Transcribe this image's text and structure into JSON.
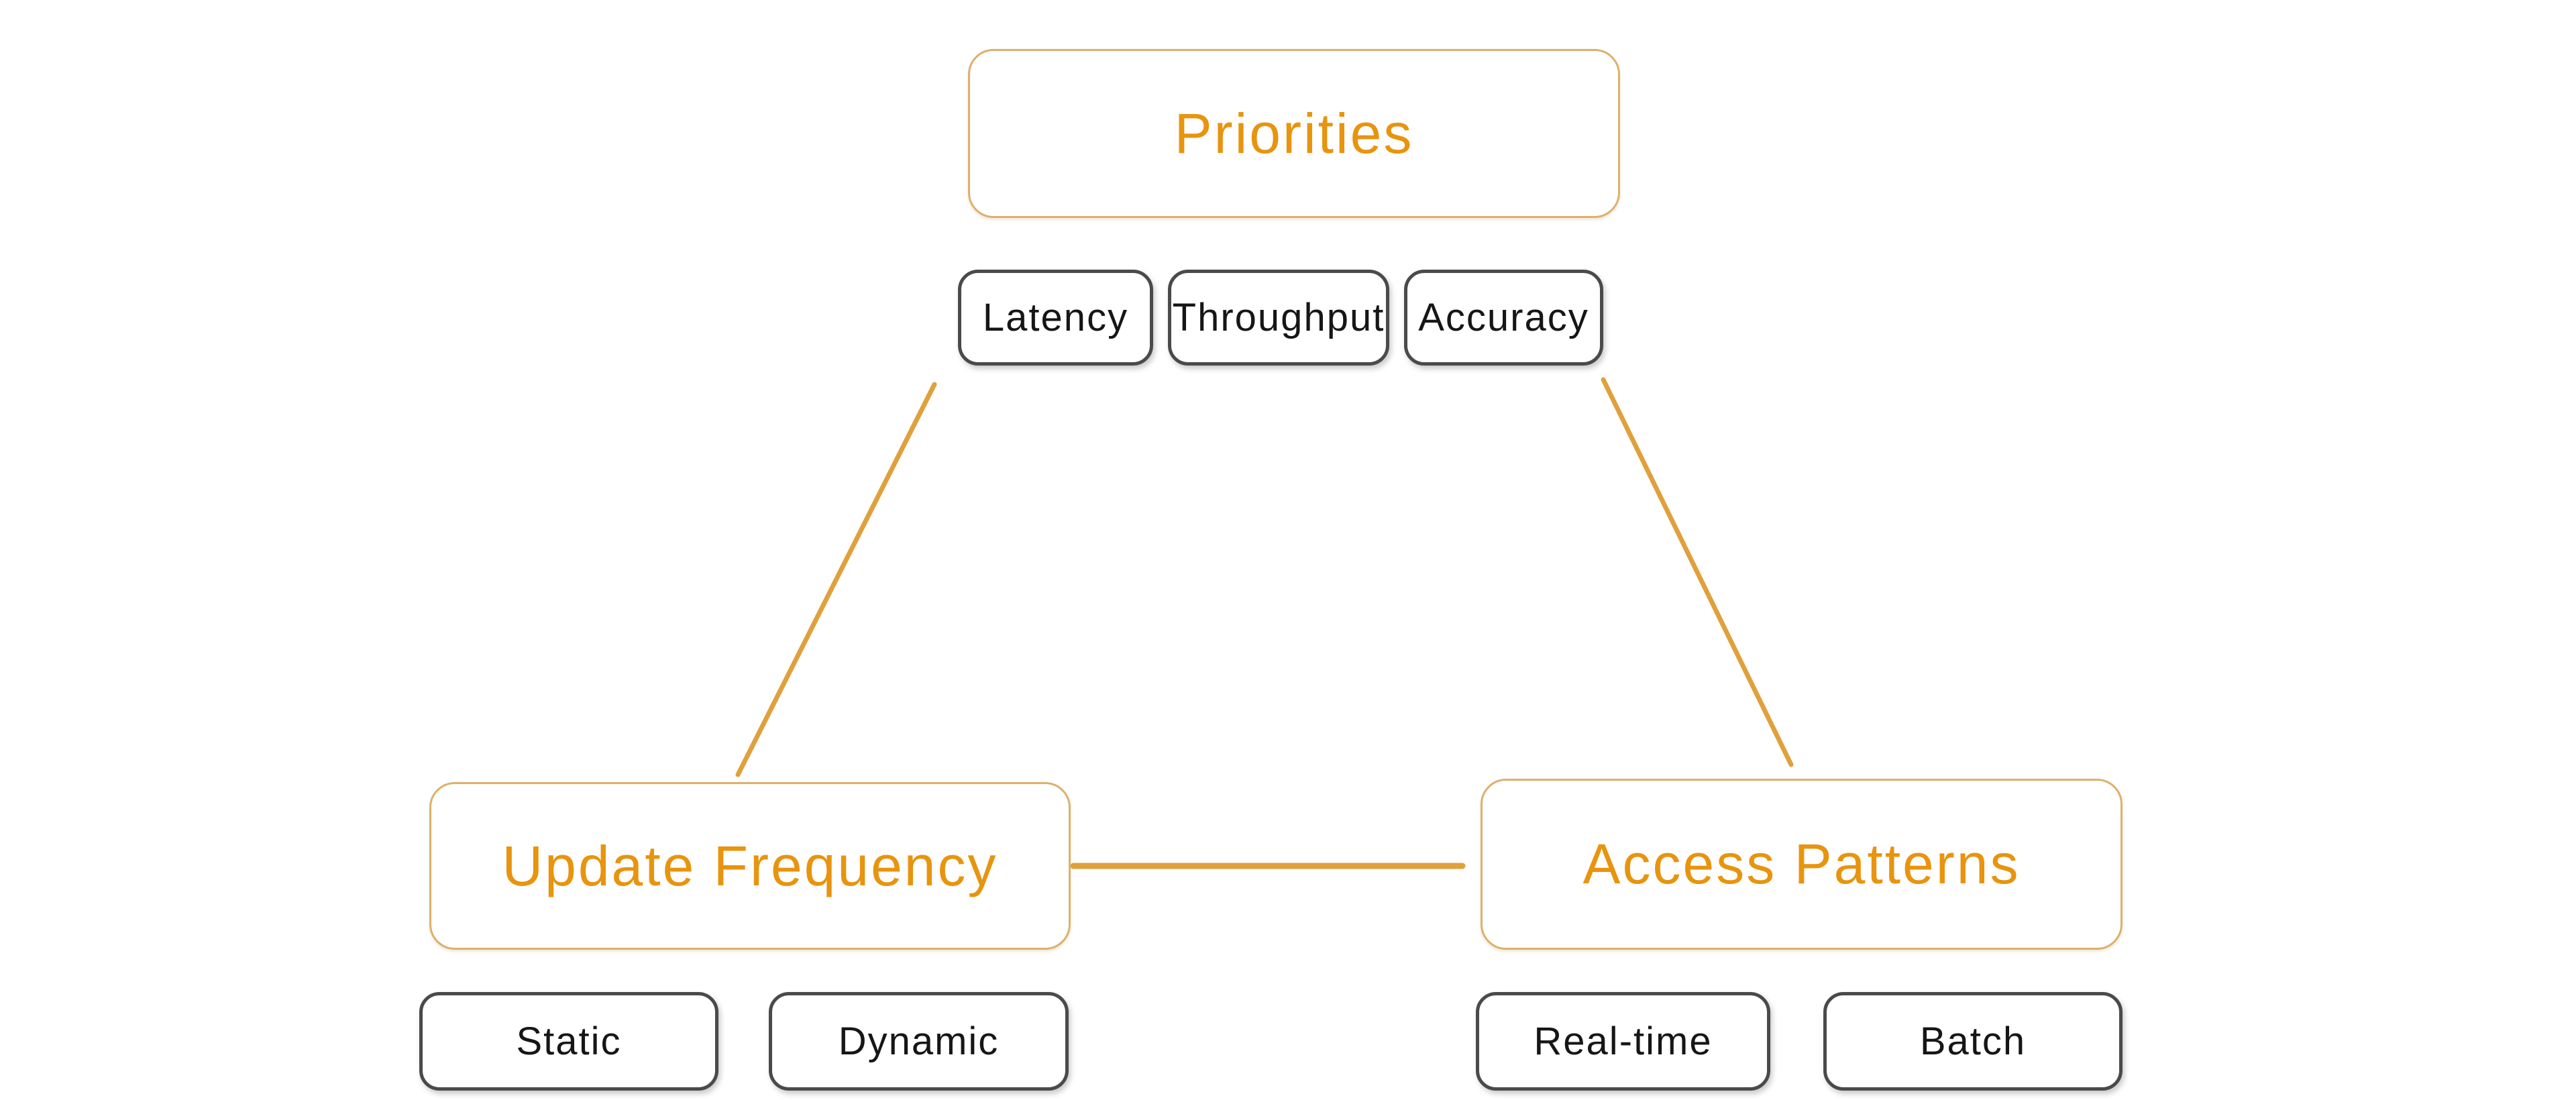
{
  "diagram": {
    "colors": {
      "background": "#ffffff",
      "accent_text": "#e8940e",
      "accent_border": "#ddb06c",
      "connector": "#e0a03c",
      "node_border": "#4a4a4a",
      "node_text": "#161616"
    },
    "nodes": {
      "priorities": {
        "label": "Priorities"
      },
      "latency": {
        "label": "Latency"
      },
      "throughput": {
        "label": "Throughput"
      },
      "accuracy": {
        "label": "Accuracy"
      },
      "update_frequency": {
        "label": "Update Frequency"
      },
      "access_patterns": {
        "label": "Access Patterns"
      },
      "static": {
        "label": "Static"
      },
      "dynamic": {
        "label": "Dynamic"
      },
      "real_time": {
        "label": "Real-time"
      },
      "batch": {
        "label": "Batch"
      }
    },
    "edges": [
      {
        "from": "priorities",
        "to": "update_frequency"
      },
      {
        "from": "priorities",
        "to": "access_patterns"
      },
      {
        "from": "update_frequency",
        "to": "access_patterns"
      }
    ]
  }
}
